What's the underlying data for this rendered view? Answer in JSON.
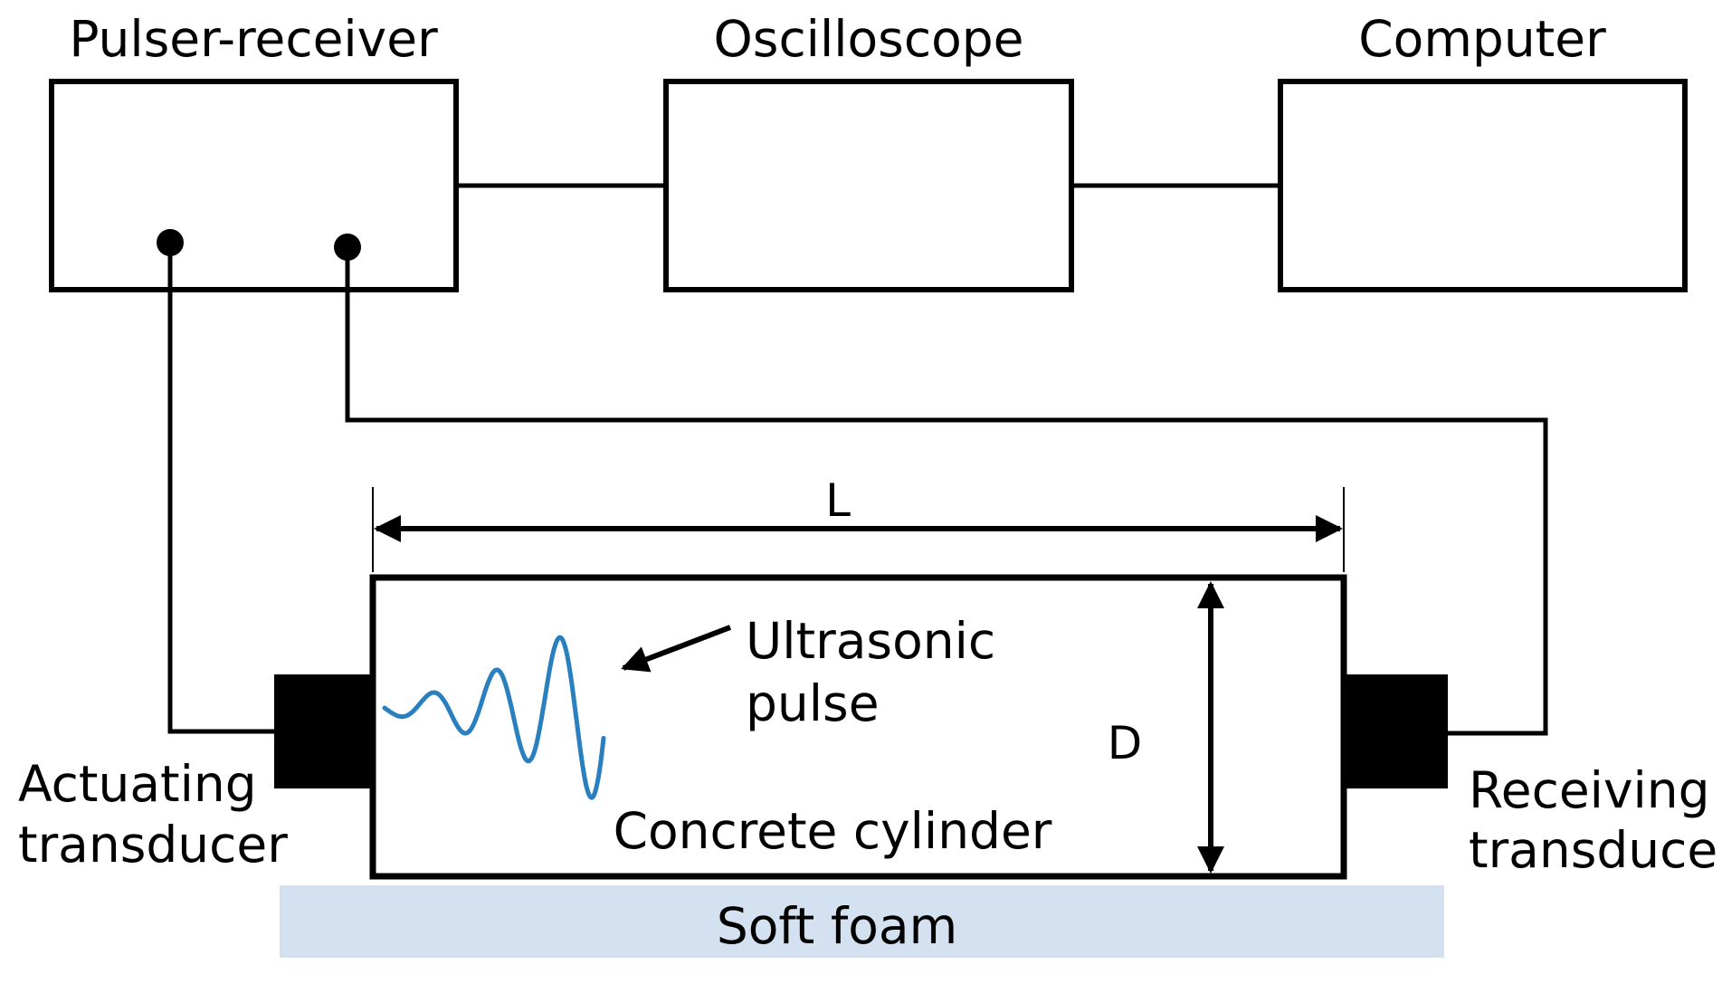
{
  "devices": {
    "pulser_receiver": "Pulser-receiver",
    "oscilloscope": "Oscilloscope",
    "computer": "Computer"
  },
  "specimen": {
    "label": "Concrete cylinder",
    "length_label": "L",
    "diameter_label": "D"
  },
  "support": {
    "label": "Soft foam"
  },
  "transducers": {
    "actuating_line1": "Actuating",
    "actuating_line2": "transducer",
    "receiving_line1": "Receiving",
    "receiving_line2": "transducer"
  },
  "pulse": {
    "line1": "Ultrasonic",
    "line2": "pulse"
  },
  "colors": {
    "wave": "#2a7fbf",
    "foam": "#d4e1f1",
    "ink": "#000000"
  }
}
